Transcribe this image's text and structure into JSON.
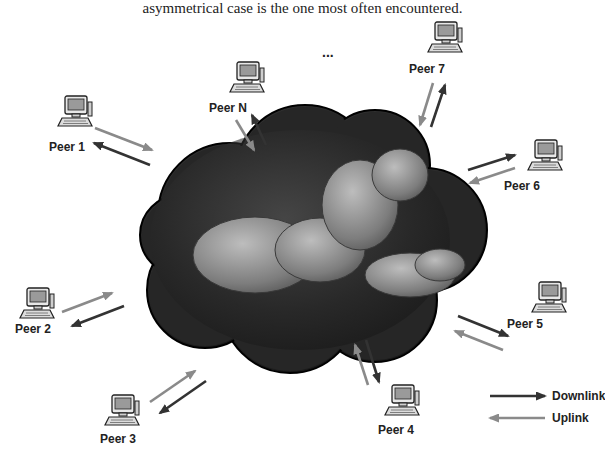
{
  "diagram": {
    "nodes": [
      {
        "text": [
          "Peer 7"
        ]
      },
      {
        "text": [
          "Peer N"
        ]
      },
      {
        "text": [
          "Peer 1"
        ]
      },
      {
        "text": [
          "Peer 6"
        ]
      },
      {
        "text": [
          "Peer 5"
        ]
      },
      {
        "text": [
          "Peer 2"
        ]
      },
      {
        "text": [
          "Peer 3"
        ]
      },
      {
        "text": [
          "Peer 4"
        ]
      }
    ],
    "labels": [
      "asymmetrical case is the one most often encountered.",
      "..."
    ],
    "legend": [
      {
        "text": "Downlink"
      },
      {
        "text": "Uplink"
      }
    ]
  }
}
